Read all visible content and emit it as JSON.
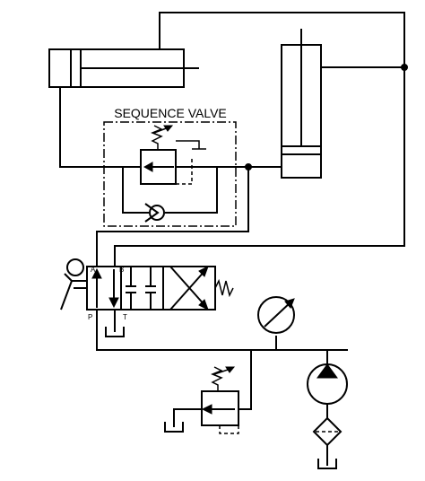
{
  "labels": {
    "sequence_valve": "SEQUENCE VALVE",
    "port_a": "A",
    "port_b": "B",
    "port_p": "P",
    "port_t": "T"
  },
  "colors": {
    "stroke": "#000000",
    "background": "#ffffff"
  }
}
